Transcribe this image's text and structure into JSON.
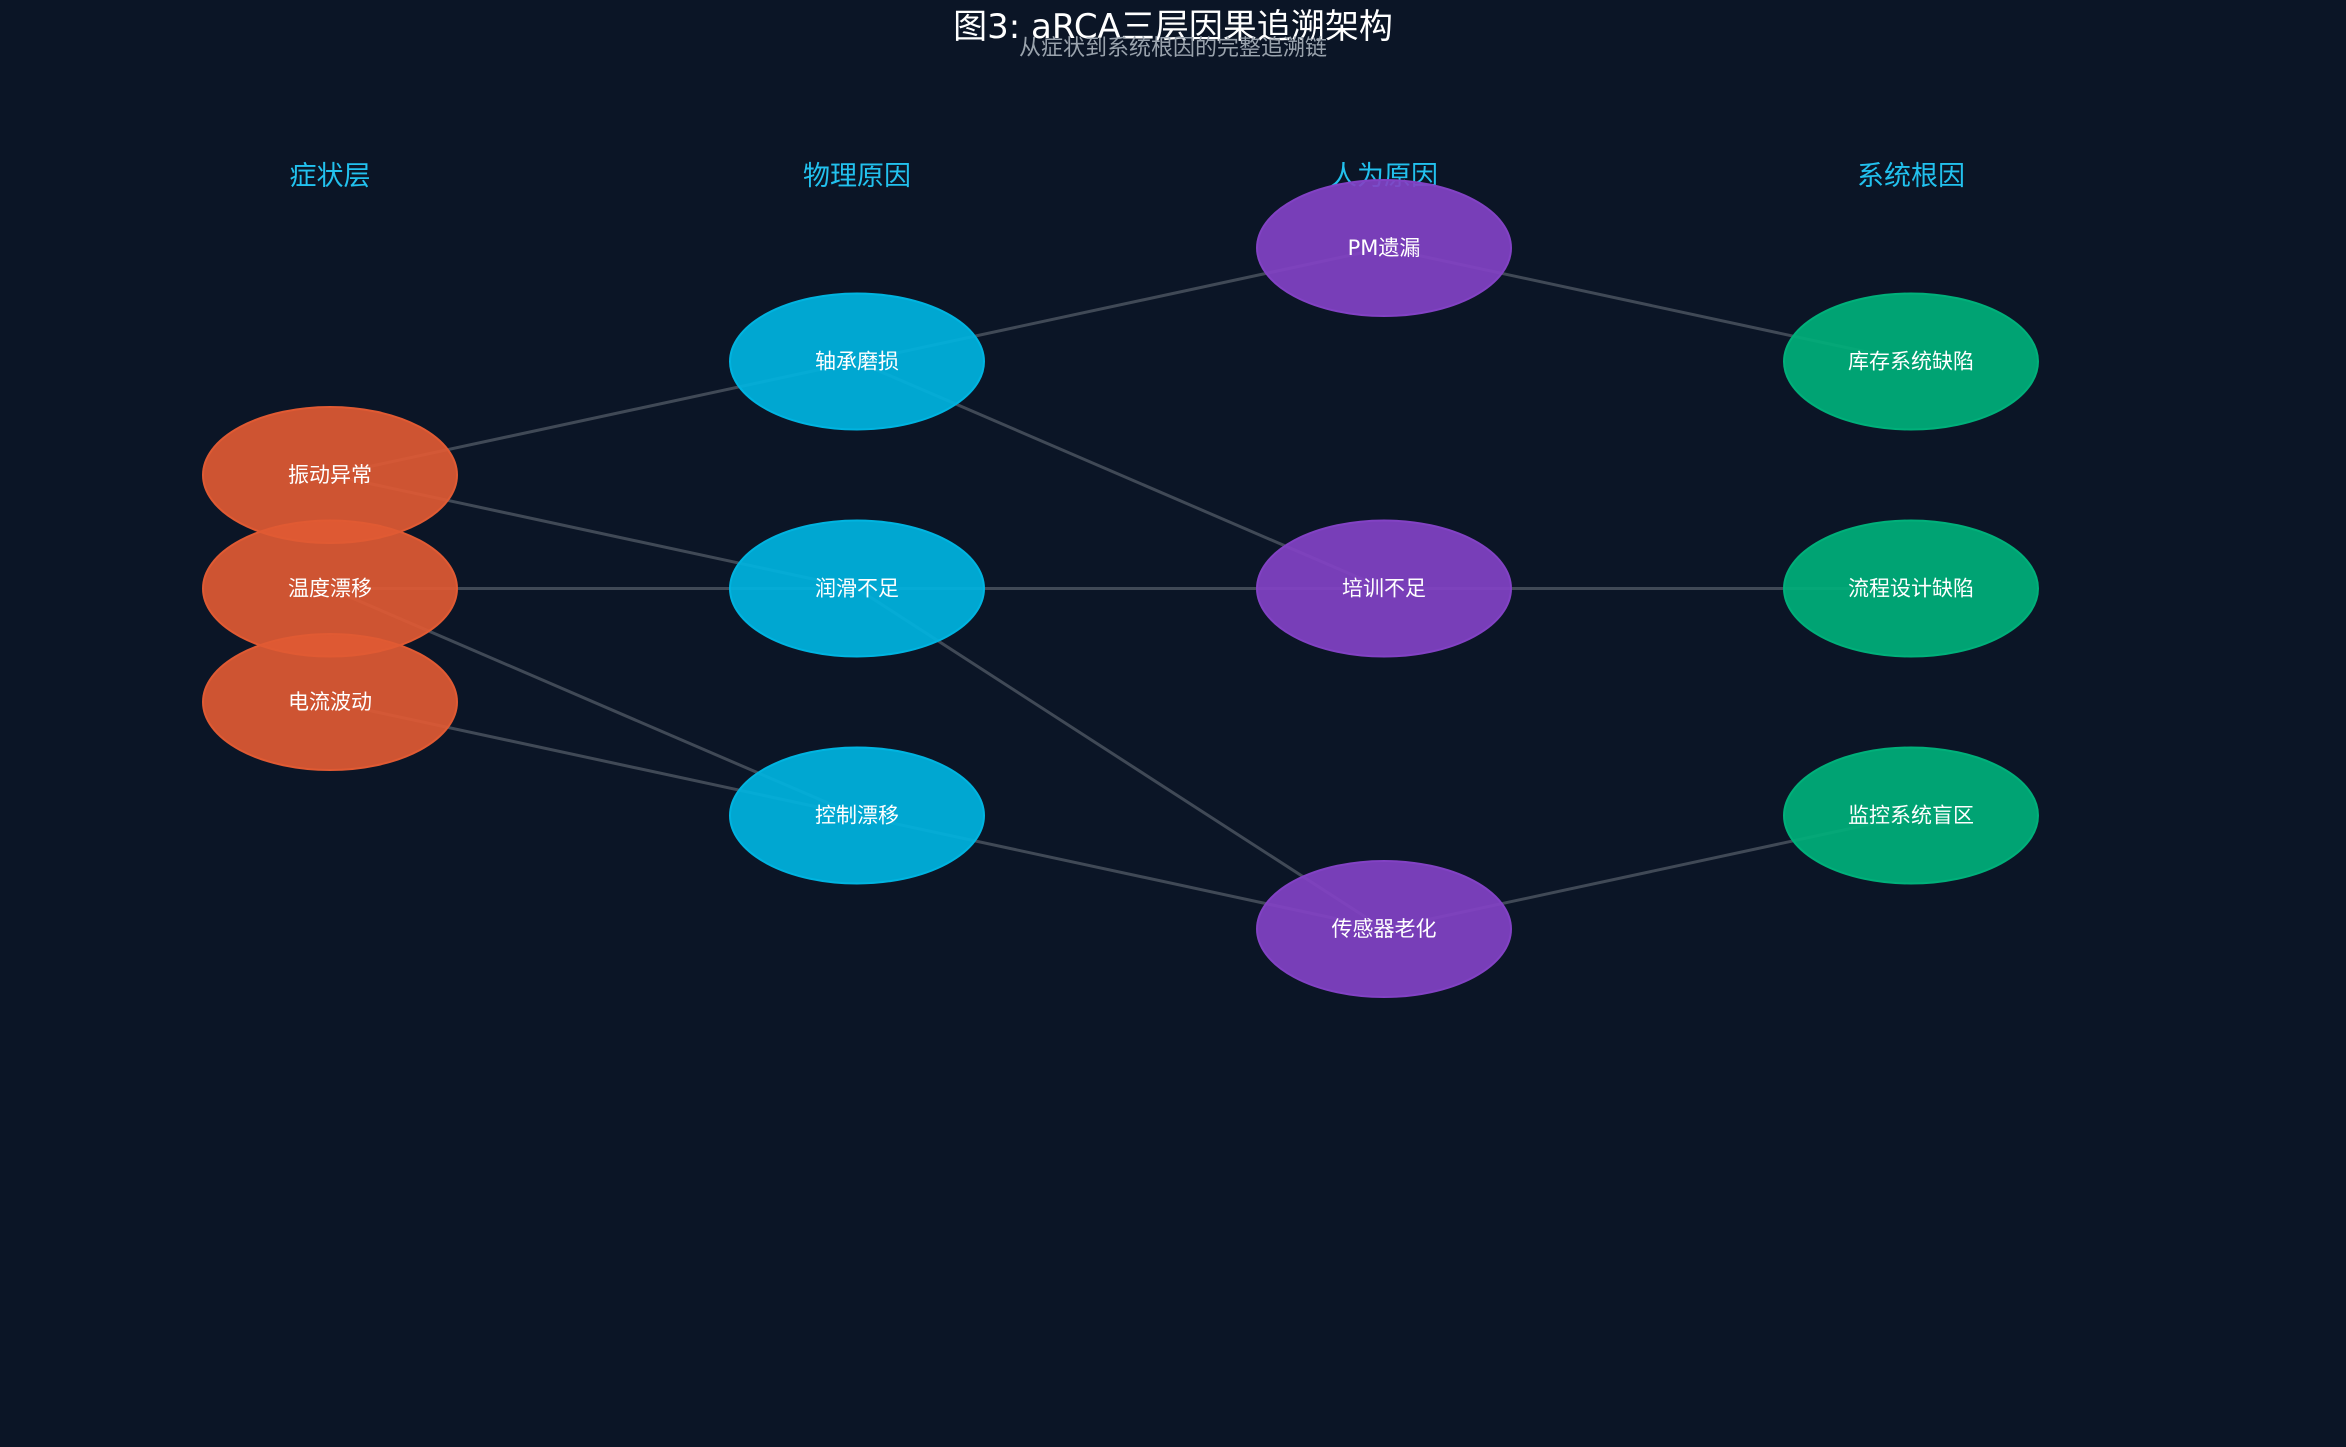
{
  "title": "图3: aRCA三层因果追溯架构",
  "subtitle": "从症状到系统根因的完整追溯链",
  "layers": [
    {
      "id": "symptom",
      "label": "症状层",
      "color": "#e05a33"
    },
    {
      "id": "physical",
      "label": "物理原因",
      "color": "#00b4e0"
    },
    {
      "id": "human",
      "label": "人为原因",
      "color": "#8242c4"
    },
    {
      "id": "system",
      "label": "系统根因",
      "color": "#00b07a"
    }
  ],
  "nodes": [
    {
      "id": "s1",
      "layer": 0,
      "row": 1,
      "label": "振动异常"
    },
    {
      "id": "s2",
      "layer": 0,
      "row": 2,
      "label": "温度漂移"
    },
    {
      "id": "s3",
      "layer": 0,
      "row": 3,
      "label": "电流波动"
    },
    {
      "id": "p1",
      "layer": 1,
      "row": 0,
      "label": "轴承磨损"
    },
    {
      "id": "p2",
      "layer": 1,
      "row": 2,
      "label": "润滑不足"
    },
    {
      "id": "p3",
      "layer": 1,
      "row": 4,
      "label": "控制漂移"
    },
    {
      "id": "h1",
      "layer": 2,
      "row": -1,
      "label": "PM遗漏"
    },
    {
      "id": "h2",
      "layer": 2,
      "row": 2,
      "label": "培训不足"
    },
    {
      "id": "h3",
      "layer": 2,
      "row": 5,
      "label": "传感器老化"
    },
    {
      "id": "r1",
      "layer": 3,
      "row": 0,
      "label": "库存系统缺陷"
    },
    {
      "id": "r2",
      "layer": 3,
      "row": 2,
      "label": "流程设计缺陷"
    },
    {
      "id": "r3",
      "layer": 3,
      "row": 4,
      "label": "监控系统盲区"
    }
  ],
  "edges": [
    [
      "s1",
      "p1"
    ],
    [
      "s1",
      "p2"
    ],
    [
      "s2",
      "p2"
    ],
    [
      "s2",
      "p3"
    ],
    [
      "s3",
      "p3"
    ],
    [
      "p1",
      "h1"
    ],
    [
      "p1",
      "h2"
    ],
    [
      "p2",
      "h2"
    ],
    [
      "p2",
      "h3"
    ],
    [
      "p3",
      "h3"
    ],
    [
      "h1",
      "r1"
    ],
    [
      "h2",
      "r2"
    ],
    [
      "h3",
      "r3"
    ]
  ]
}
